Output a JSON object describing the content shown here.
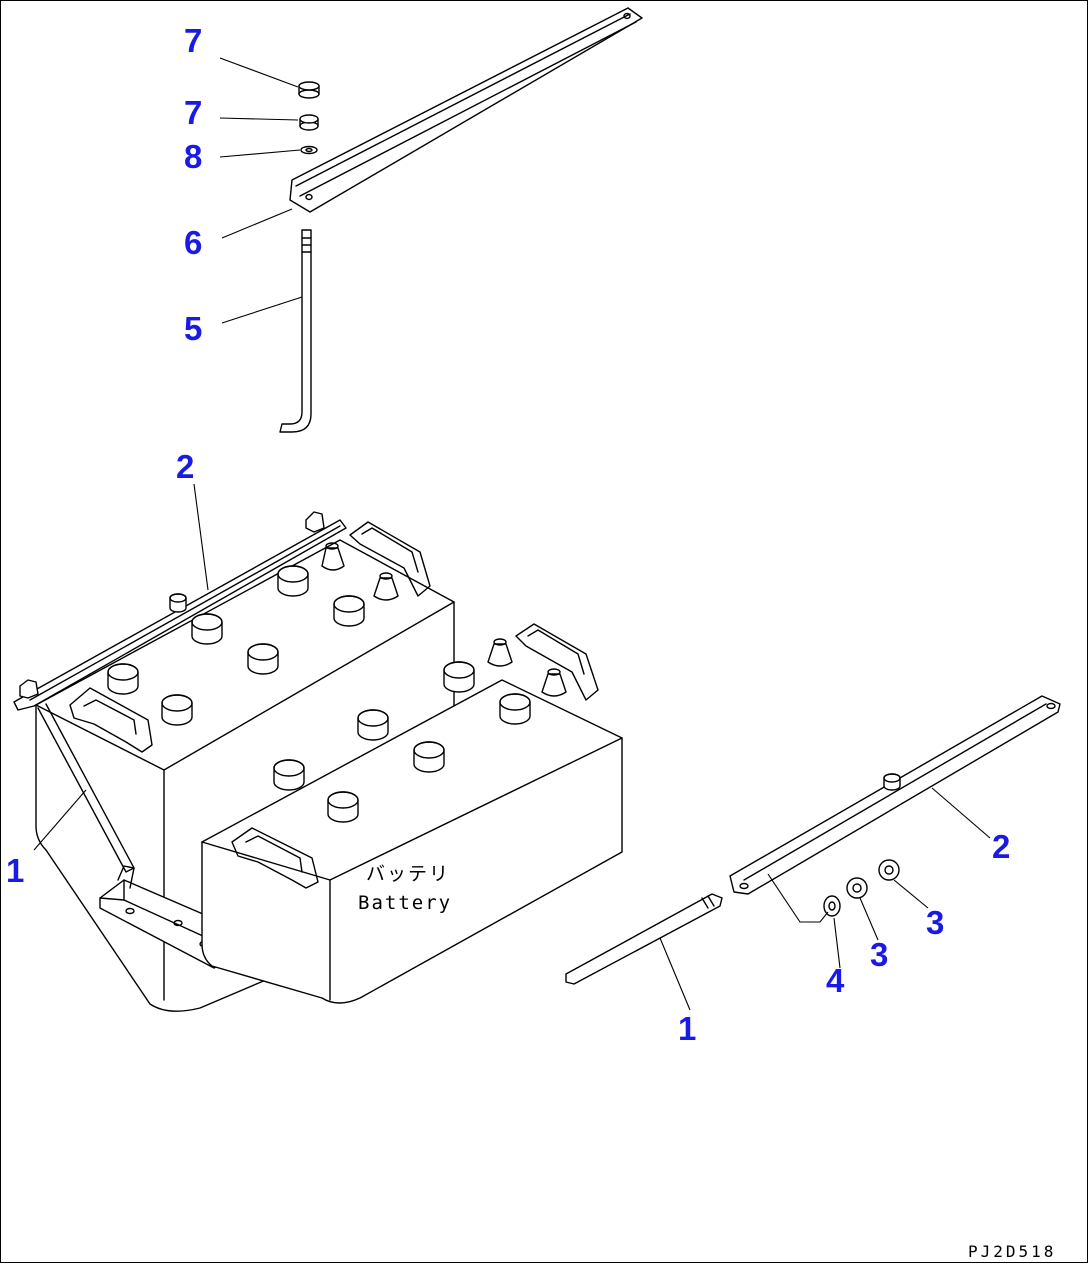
{
  "callouts": {
    "c7a": "7",
    "c7b": "7",
    "c8": "8",
    "c6": "6",
    "c5": "5",
    "c2a": "2",
    "c1a": "1",
    "c2b": "2",
    "c3a": "3",
    "c3b": "3",
    "c4": "4",
    "c1b": "1"
  },
  "battery_label": {
    "jp": "バッテリ",
    "en": "Battery"
  },
  "drawing_code": "PJ2D518",
  "colors": {
    "callout": "#1a1ae6",
    "line": "#000000",
    "background": "#ffffff"
  }
}
